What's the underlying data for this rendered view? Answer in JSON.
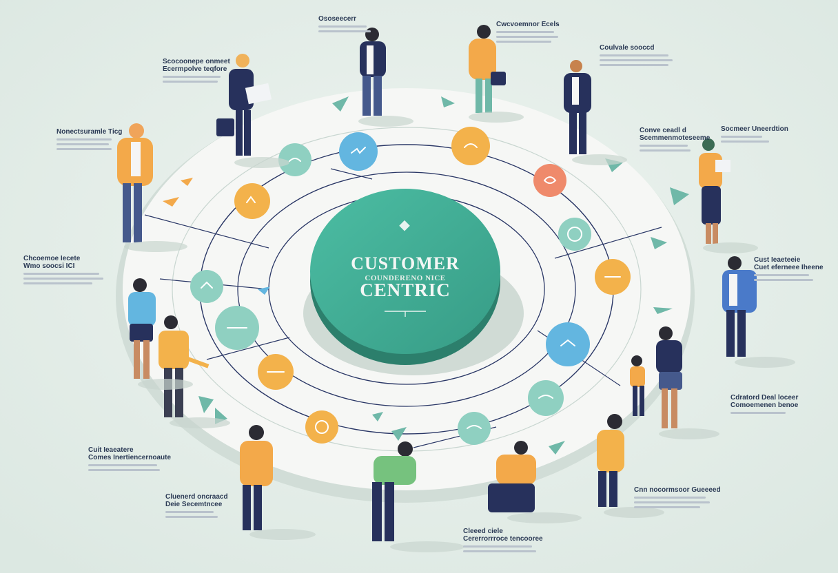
{
  "hub": {
    "line1": "CUSTOMER",
    "line2": "COUNDERENO NICE",
    "line3": "CENTRIC"
  },
  "notes": [
    {
      "title": "Ososeecerr",
      "sub": ""
    },
    {
      "title": "Cwcvoemnor Ecels",
      "sub": ""
    },
    {
      "title": "Coulvale sooccd",
      "sub": ""
    },
    {
      "title": "Scocoonepe onmeet",
      "sub": "Ecermpolve teqfore"
    },
    {
      "title": "Nonectsuramle Ticg",
      "sub": ""
    },
    {
      "title": "Conve ceadl d",
      "sub": "Scemmenmoteseeme"
    },
    {
      "title": "Socmeer Uneerdtion",
      "sub": ""
    },
    {
      "title": "Chcoemoe Iecete",
      "sub": "Wmo soocsi ICI"
    },
    {
      "title": "Cust Ieaeteeie",
      "sub": "Cuet eferneee Iheene"
    },
    {
      "title": "Cdratord Deal loceer",
      "sub": "Comoemenen benoe"
    },
    {
      "title": "Cuit Ieaeatere",
      "sub": "Comes Inertiencernoaute"
    },
    {
      "title": "Cluenerd oncraacd",
      "sub": "Deie Secemtncee"
    },
    {
      "title": "Cnn nocormsoor Gueeeed",
      "sub": ""
    },
    {
      "title": "Cleeed ciele",
      "sub": "Cererrorrroce tencooree"
    }
  ],
  "colors": {
    "background": "#e3ece7",
    "hub": "#3fae97",
    "hub_shadow": "#2c7f6c",
    "ring": "#f7f8f6",
    "line": "#2a3766",
    "orange": "#f3a94a",
    "blue": "#63b6e0",
    "teal": "#6fc1ac",
    "coral": "#ef8a6b"
  }
}
